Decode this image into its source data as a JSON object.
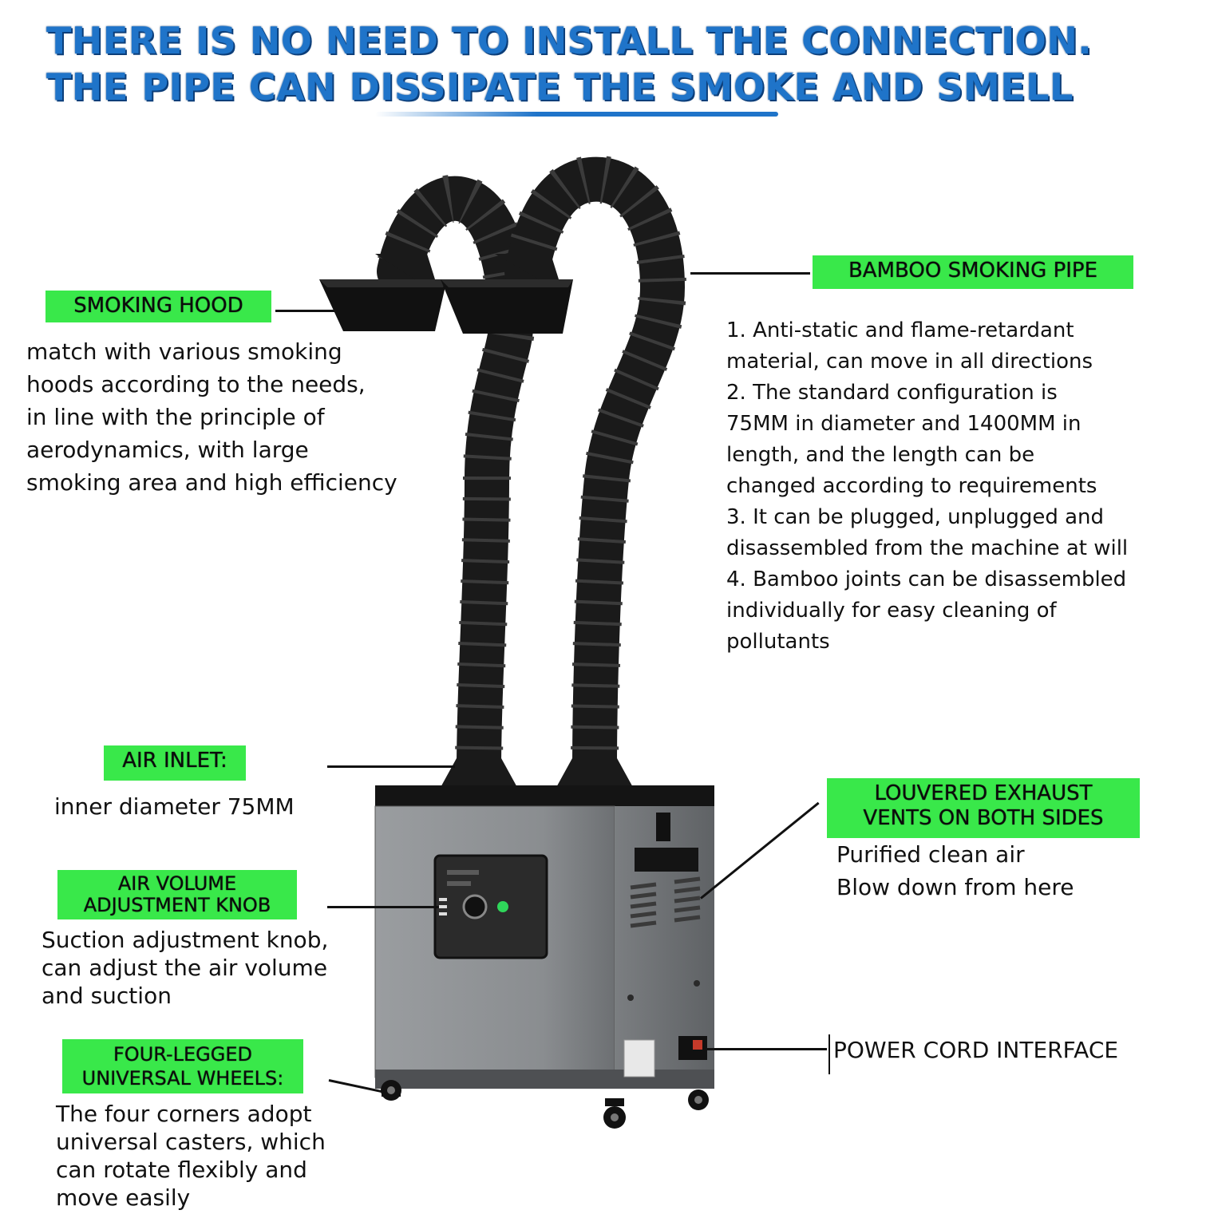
{
  "headline": {
    "line1": "THERE IS NO NEED TO INSTALL THE CONNECTION.",
    "line2": "THE PIPE CAN DISSIPATE THE SMOKE AND SMELL"
  },
  "labels": {
    "smoking_hood": {
      "tag": "SMOKING HOOD",
      "lines": [
        "match with various smoking",
        "hoods according to the needs,",
        "in line with the principle of",
        "aerodynamics, with large",
        "smoking area and high efficiency"
      ]
    },
    "bamboo_pipe": {
      "tag": "BAMBOO SMOKING PIPE",
      "lines": [
        "1. Anti-static and flame-retardant",
        "material, can move in all directions",
        "2. The standard configuration is",
        "75MM in diameter and 1400MM in",
        "length, and the length can be",
        "changed according to requirements",
        "3. It can be plugged, unplugged and",
        "disassembled from the machine at will",
        "4. Bamboo joints can be disassembled",
        "individually for easy cleaning of",
        "pollutants"
      ]
    },
    "air_inlet": {
      "tag": "AIR INLET:",
      "lines": [
        "inner diameter 75MM"
      ]
    },
    "exhaust_vents": {
      "tag_line1": "LOUVERED EXHAUST",
      "tag_line2": "VENTS ON BOTH SIDES",
      "lines": [
        "Purified clean air",
        "Blow down from here"
      ]
    },
    "air_volume_knob": {
      "tag_line1": "AIR VOLUME",
      "tag_line2": "ADJUSTMENT KNOB",
      "lines": [
        "Suction adjustment knob,",
        "can adjust the air volume",
        "and suction"
      ]
    },
    "power_cord": {
      "text": "POWER CORD INTERFACE"
    },
    "wheels": {
      "tag_line1": "FOUR-LEGGED",
      "tag_line2": "UNIVERSAL WHEELS:",
      "lines": [
        "The four corners adopt",
        "universal casters, which",
        "can rotate flexibly and",
        "move easily"
      ]
    }
  },
  "colors": {
    "headline": "#1f74c9",
    "tag_green": "#39e84a",
    "machine_body": "#8a8d90",
    "pipe": "#1a1a1a"
  }
}
